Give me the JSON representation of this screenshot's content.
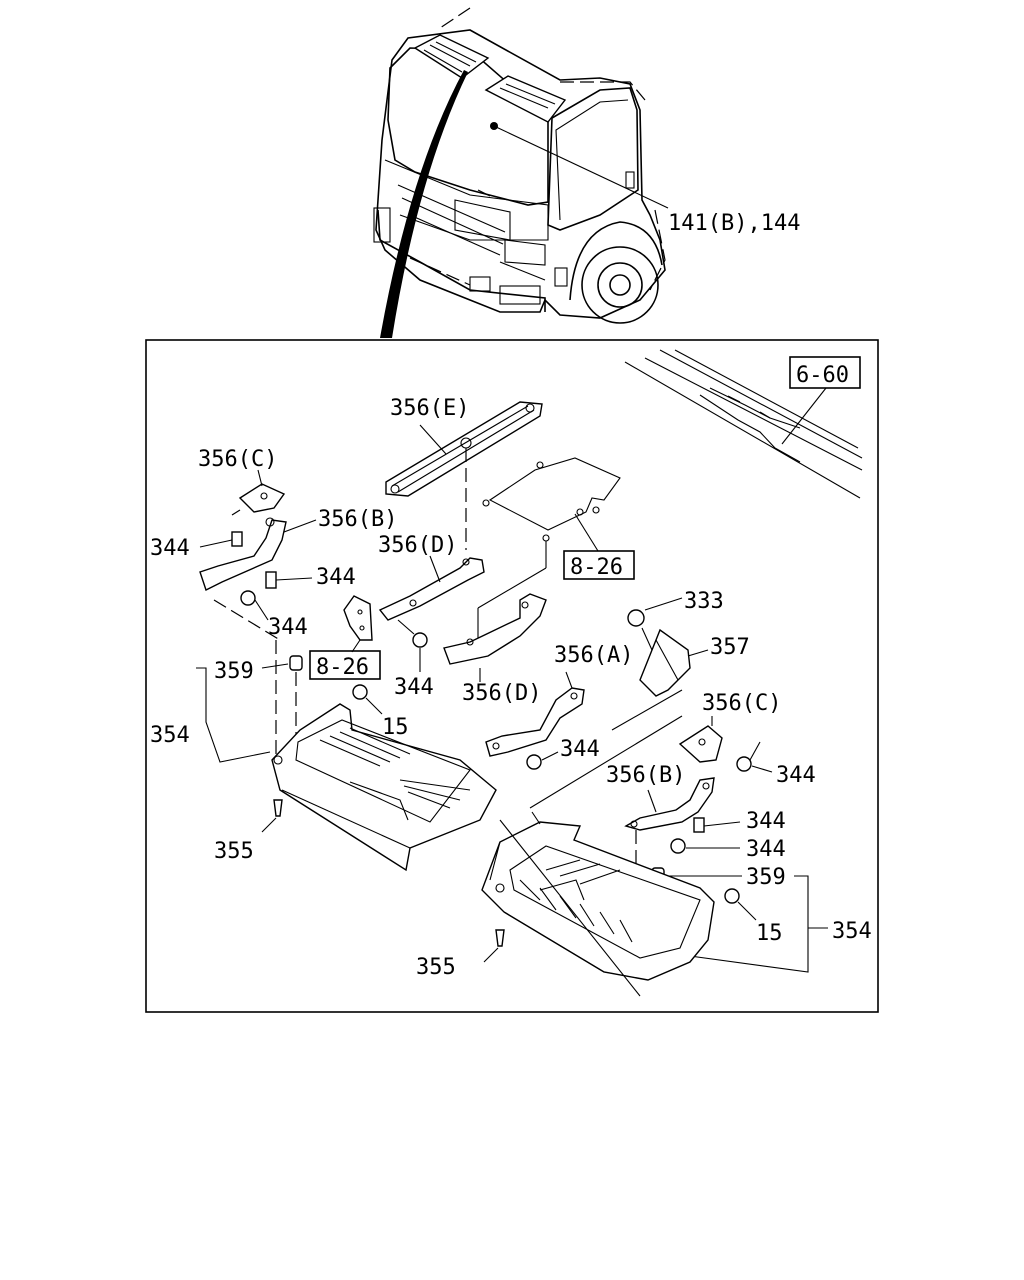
{
  "diagram": {
    "truck_callout": "141(B),144",
    "ref_boxes": {
      "top_right": "6-60",
      "center": "8-26",
      "left": "8-26"
    },
    "labels": {
      "p356E": "356(E)",
      "p356C_left": "356(C)",
      "p356B_left": "356(B)",
      "p356D_upper": "356(D)",
      "p356D_lower": "356(D)",
      "p344_a": "344",
      "p344_b": "344",
      "p344_c": "344",
      "p344_d": "344",
      "p359_left": "359",
      "p354_left": "354",
      "p15_left": "15",
      "p355_left": "355",
      "p333": "333",
      "p357": "357",
      "p356A": "356(A)",
      "p344_e": "344",
      "p356C_right": "356(C)",
      "p344_f": "344",
      "p356B_right": "356(B)",
      "p344_g": "344",
      "p344_h": "344",
      "p359_right": "359",
      "p15_right": "15",
      "p354_right": "354",
      "p355_right": "355"
    }
  }
}
